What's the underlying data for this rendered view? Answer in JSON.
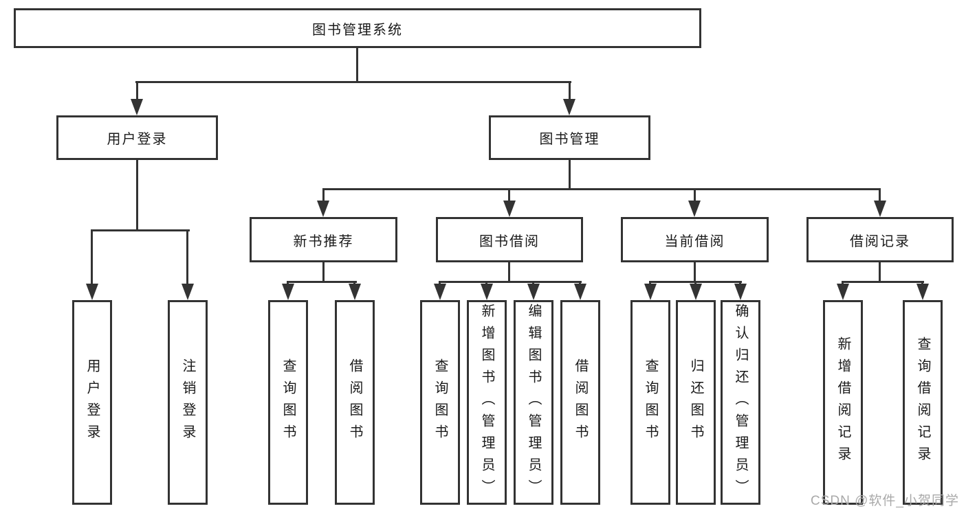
{
  "diagram": {
    "type": "org-hierarchy-flowchart",
    "colors": {
      "line": "#333333",
      "text": "#1a1a1a",
      "background": "#ffffff",
      "watermark_text": "#a9a9a9"
    },
    "tree": {
      "root": {
        "label": "图书管理系统"
      },
      "branches": [
        {
          "label": "用户登录",
          "children": [
            {
              "label": "用户登录"
            },
            {
              "label": "注销登录"
            }
          ]
        },
        {
          "label": "图书管理",
          "children": [
            {
              "label": "新书推荐",
              "children": [
                {
                  "label": "查询图书"
                },
                {
                  "label": "借阅图书"
                }
              ]
            },
            {
              "label": "图书借阅",
              "children": [
                {
                  "label": "查询图书"
                },
                {
                  "label": "新增图书（管理员）"
                },
                {
                  "label": "编辑图书（管理员）"
                },
                {
                  "label": "借阅图书"
                }
              ]
            },
            {
              "label": "当前借阅",
              "children": [
                {
                  "label": "查询图书"
                },
                {
                  "label": "归还图书"
                },
                {
                  "label": "确认归还（管理员）"
                }
              ]
            },
            {
              "label": "借阅记录",
              "children": [
                {
                  "label": "新增借阅记录"
                },
                {
                  "label": "查询借阅记录"
                }
              ]
            }
          ]
        }
      ]
    }
  },
  "watermark": {
    "text": "CSDN @软件_小贺同学"
  }
}
